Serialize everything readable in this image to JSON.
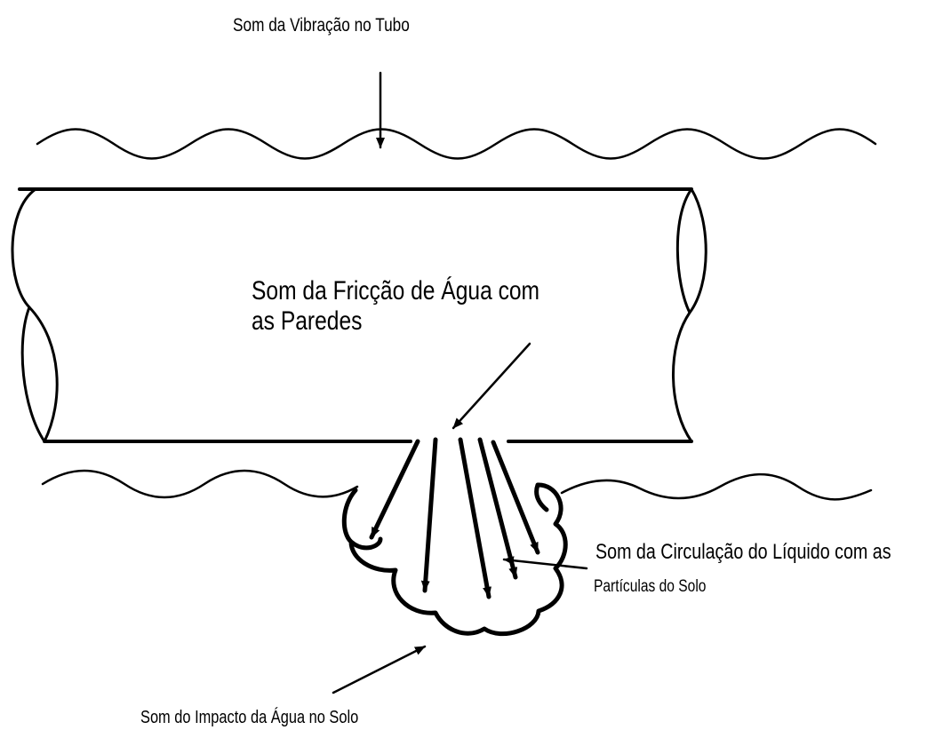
{
  "labels": {
    "pipe_vibration": "Som da Vibração no Tubo",
    "water_friction_line1": "Som da Fricção de Água com",
    "water_friction_line2": "as Paredes",
    "liquid_circulation_line1": "Som da Circulação do Líquido com as",
    "liquid_circulation_line2": "Partículas do Solo",
    "water_impact": "Som do Impacto da Água no Solo"
  },
  "colors": {
    "stroke": "#000000",
    "background": "#ffffff"
  }
}
